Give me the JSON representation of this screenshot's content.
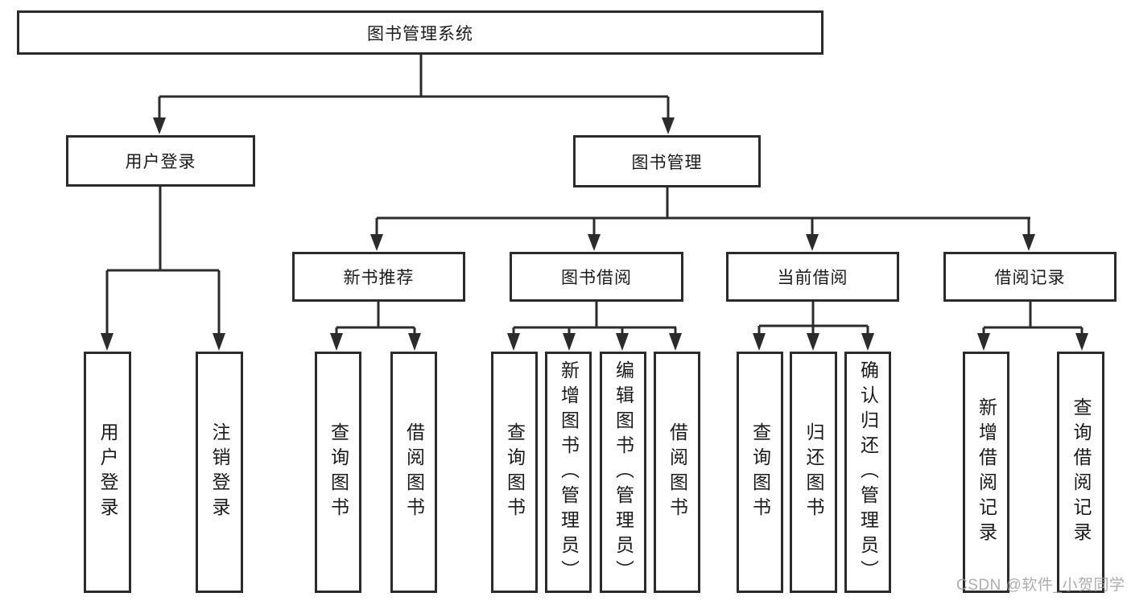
{
  "root": {
    "label": "图书管理系统"
  },
  "user_login": {
    "label": "用户登录",
    "children": [
      {
        "label": "用户登录"
      },
      {
        "label": "注销登录"
      }
    ]
  },
  "book_mgmt": {
    "label": "图书管理",
    "sections": [
      {
        "label": "新书推荐",
        "children": [
          {
            "label": "查询图书"
          },
          {
            "label": "借阅图书"
          }
        ]
      },
      {
        "label": "图书借阅",
        "children": [
          {
            "label": "查询图书"
          },
          {
            "label": "新增图书（管理员）"
          },
          {
            "label": "编辑图书（管理员）"
          },
          {
            "label": "借阅图书"
          }
        ]
      },
      {
        "label": "当前借阅",
        "children": [
          {
            "label": "查询图书"
          },
          {
            "label": "归还图书"
          },
          {
            "label": "确认归还（管理员）"
          }
        ]
      },
      {
        "label": "借阅记录",
        "children": [
          {
            "label": "新增借阅记录"
          },
          {
            "label": "查询借阅记录"
          }
        ]
      }
    ]
  },
  "watermark": {
    "text": "CSDN @软件_小贺同学"
  },
  "colors": {
    "line": "#2b2b2b",
    "text": "#1a1a1a",
    "background": "#ffffff",
    "watermark": "#9e9e9e"
  }
}
